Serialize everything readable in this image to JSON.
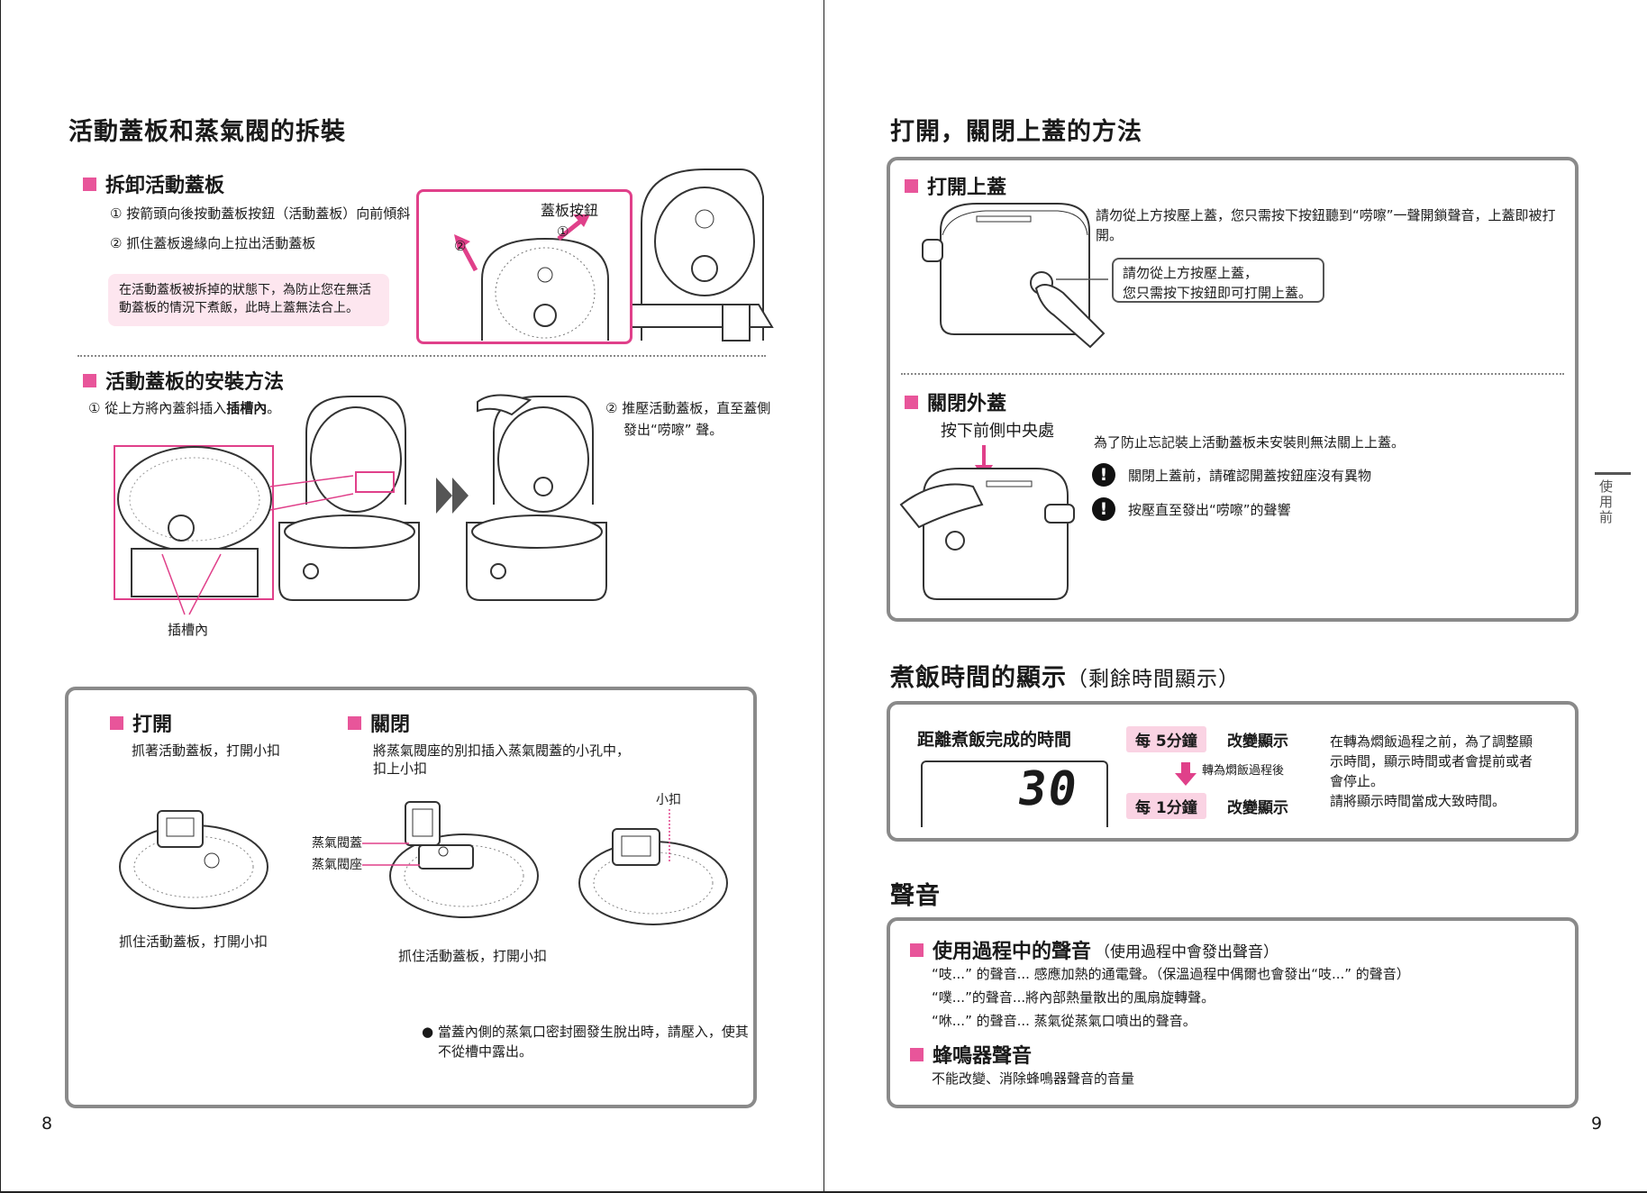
{
  "left": {
    "title": "活動蓋板和蒸氣閥的拆裝",
    "remove": {
      "heading": "拆卸活動蓋板",
      "step1": "① 按箭頭向後按動蓋板按鈕（活動蓋板）向前傾斜",
      "step2": "② 抓住蓋板邊緣向上拉出活動蓋板",
      "note": "在活動蓋板被拆掉的狀態下，為防止您在無活動蓋板的情況下煮飯，此時上蓋無法合上。",
      "button_label": "蓋板按鈕",
      "mark1": "①",
      "mark2": "②"
    },
    "install": {
      "heading": "活動蓋板的安裝方法",
      "step1_prefix": "① 從上方將內蓋斜插入",
      "step1_bold": "插槽內",
      "step1_end": "。",
      "step2_line1": "② 推壓活動蓋板，直至蓋側",
      "step2_line2": "發出“唠嚓” 聲。",
      "slot_label": "插槽內"
    },
    "steam": {
      "open_heading": "打開",
      "open_text": "抓著活動蓋板，打開小扣",
      "close_heading": "關閉",
      "close_text_line1": "將蒸氣閥座的別扣插入蒸氣閥蓋的小孔中，",
      "close_text_line2": "扣上小扣",
      "label_clip": "小扣",
      "label_valve_cover": "蒸氣閥蓋",
      "label_valve_seat": "蒸氣閥座",
      "caption1": "抓住活動蓋板，打開小扣",
      "caption2": "抓住活動蓋板，打開小扣",
      "bullet_line1": "● 當蓋內側的蒸氣口密封圈發生脫出時，請壓入，使其",
      "bullet_line2": "不從槽中露出。"
    },
    "page_number": "8"
  },
  "right": {
    "title": "打開，關閉上蓋的方法",
    "open_lid": {
      "heading": "打開上蓋",
      "text": "請勿從上方按壓上蓋，您只需按下按鈕聽到“唠嚓”一聲開鎖聲音，上蓋即被打開。",
      "callout_line1": "請勿從上方按壓上蓋，",
      "callout_line2": "您只需按下按鈕即可打開上蓋。"
    },
    "close_lid": {
      "heading": "關閉外蓋",
      "press_label": "按下前側中央處",
      "text": "為了防止忘記裝上活動蓋板未安裝則無法關上上蓋。",
      "warn1": "關閉上蓋前，請確認開蓋按鈕座沒有異物",
      "warn2": "按壓直至發出“唠嚓”的聲響"
    },
    "display": {
      "title": "煮飯時間的顯示",
      "title_sub": "（剩餘時間顯示）",
      "remaining_label": "距離煮飯完成的時間",
      "digits": "30",
      "every5": "每 5分鐘",
      "change1": "改變顯示",
      "transition": "轉為燜飯過程後",
      "every1": "每 1分鐘",
      "change2": "改變顯示",
      "note_line1": "在轉為燜飯過程之前，為了調整顯",
      "note_line2": "示時間，顯示時間或者會提前或者",
      "note_line3": "會停止。",
      "note_line4": "請將顯示時間當成大致時間。"
    },
    "sound": {
      "title": "聲音",
      "usage_heading": "使用過程中的聲音",
      "usage_sub": "（使用過程中會發出聲音）",
      "line1": "“吱...” 的聲音... 感應加熱的通電聲。（保溫過程中偶爾也會發出“吱...” 的聲音）",
      "line2": "“噗...”的聲音...將內部熱量散出的風扇旋轉聲。",
      "line3": "“咻...” 的聲音... 蒸氣從蒸氣口噴出的聲音。",
      "buzzer_heading": "蜂鳴器聲音",
      "buzzer_text": "不能改變、消除蜂鳴器聲音的音量"
    },
    "side_tab": "使用前",
    "page_number": "9"
  },
  "colors": {
    "accent_pink": "#e8559a",
    "panel_gray": "#8a8a8a",
    "pink_fill": "#fde6ef"
  }
}
